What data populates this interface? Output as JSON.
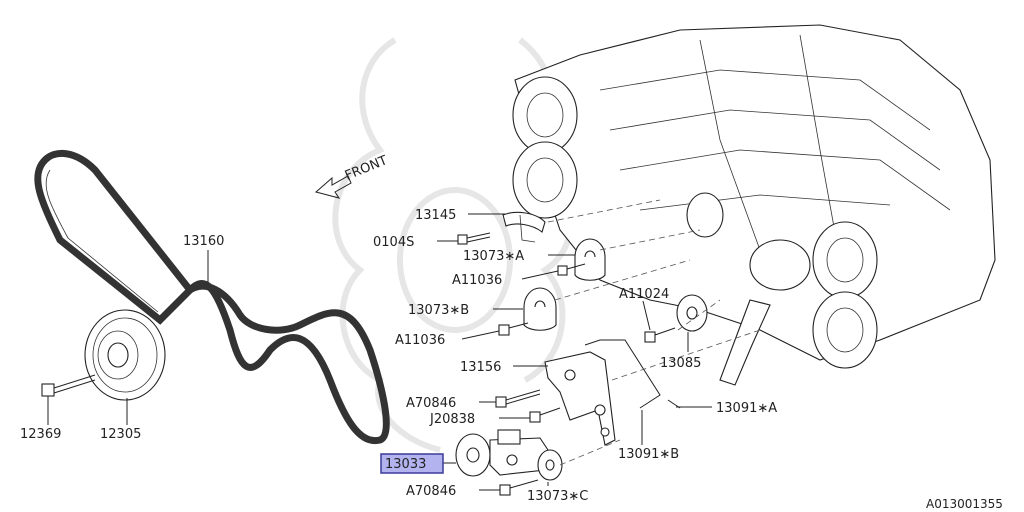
{
  "diagram": {
    "front_label": "FRONT",
    "figure_id": "A013001355",
    "highlighted_part": "13033",
    "parts": {
      "p13145": "13145",
      "p0104S": "0104S",
      "p13073A": "13073∗A",
      "pA11036a": "A11036",
      "p13073B": "13073∗B",
      "pA11036b": "A11036",
      "p13156": "13156",
      "pA70846a": "A70846",
      "pJ20838": "J20838",
      "p13033": "13033",
      "pA70846b": "A70846",
      "p13073C": "13073∗C",
      "pA11024": "A11024",
      "p13085": "13085",
      "p13091A": "13091∗A",
      "p13091B": "13091∗B",
      "p13160": "13160",
      "p12305": "12305",
      "p12369": "12369"
    },
    "colors": {
      "highlight_fill": "#b3b3f0",
      "highlight_border": "#3a3a9a",
      "line": "#222222",
      "watermark": "#e6e6e6"
    }
  }
}
